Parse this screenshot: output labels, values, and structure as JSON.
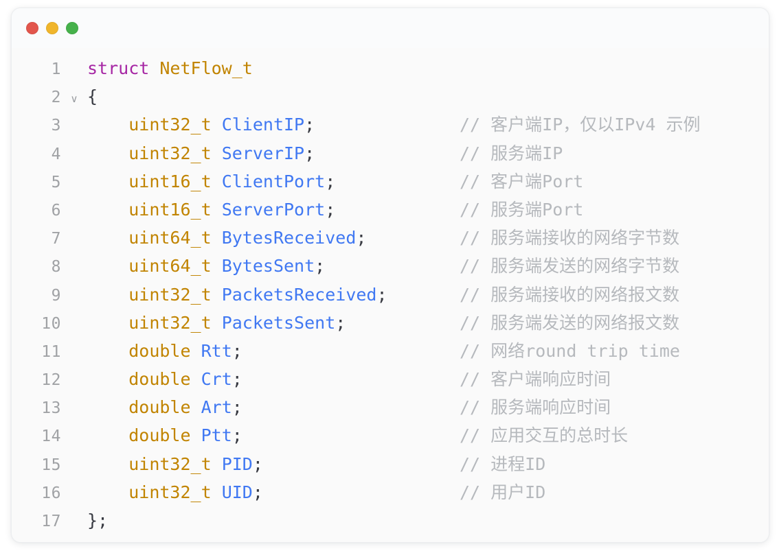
{
  "window": {
    "traffic_lights": [
      {
        "name": "close",
        "color": "#e2564c"
      },
      {
        "name": "minimize",
        "color": "#f0b52b"
      },
      {
        "name": "maximize",
        "color": "#46b14b"
      }
    ],
    "fold_marker": "∨"
  },
  "editor": {
    "language": "cpp",
    "lines": [
      {
        "number": "1",
        "fold": "",
        "indent": "",
        "tokens": [
          {
            "t": "kw",
            "v": "struct"
          },
          {
            "t": "plain",
            "v": " "
          },
          {
            "t": "type",
            "v": "NetFlow_t"
          }
        ],
        "comment": ""
      },
      {
        "number": "2",
        "fold": "∨",
        "indent": "",
        "tokens": [
          {
            "t": "punc",
            "v": "{"
          }
        ],
        "comment": ""
      },
      {
        "number": "3",
        "fold": "",
        "indent": "    ",
        "tokens": [
          {
            "t": "type",
            "v": "uint32_t"
          },
          {
            "t": "plain",
            "v": " "
          },
          {
            "t": "ident",
            "v": "ClientIP"
          },
          {
            "t": "punc",
            "v": ";"
          }
        ],
        "comment": "// 客户端IP，仅以IPv4 示例"
      },
      {
        "number": "4",
        "fold": "",
        "indent": "    ",
        "tokens": [
          {
            "t": "type",
            "v": "uint32_t"
          },
          {
            "t": "plain",
            "v": " "
          },
          {
            "t": "ident",
            "v": "ServerIP"
          },
          {
            "t": "punc",
            "v": ";"
          }
        ],
        "comment": "// 服务端IP"
      },
      {
        "number": "5",
        "fold": "",
        "indent": "    ",
        "tokens": [
          {
            "t": "type",
            "v": "uint16_t"
          },
          {
            "t": "plain",
            "v": " "
          },
          {
            "t": "ident",
            "v": "ClientPort"
          },
          {
            "t": "punc",
            "v": ";"
          }
        ],
        "comment": "// 客户端Port"
      },
      {
        "number": "6",
        "fold": "",
        "indent": "    ",
        "tokens": [
          {
            "t": "type",
            "v": "uint16_t"
          },
          {
            "t": "plain",
            "v": " "
          },
          {
            "t": "ident",
            "v": "ServerPort"
          },
          {
            "t": "punc",
            "v": ";"
          }
        ],
        "comment": "// 服务端Port"
      },
      {
        "number": "7",
        "fold": "",
        "indent": "    ",
        "tokens": [
          {
            "t": "type",
            "v": "uint64_t"
          },
          {
            "t": "plain",
            "v": " "
          },
          {
            "t": "ident",
            "v": "BytesReceived"
          },
          {
            "t": "punc",
            "v": ";"
          }
        ],
        "comment": "// 服务端接收的网络字节数"
      },
      {
        "number": "8",
        "fold": "",
        "indent": "    ",
        "tokens": [
          {
            "t": "type",
            "v": "uint64_t"
          },
          {
            "t": "plain",
            "v": " "
          },
          {
            "t": "ident",
            "v": "BytesSent"
          },
          {
            "t": "punc",
            "v": ";"
          }
        ],
        "comment": "// 服务端发送的网络字节数"
      },
      {
        "number": "9",
        "fold": "",
        "indent": "    ",
        "tokens": [
          {
            "t": "type",
            "v": "uint32_t"
          },
          {
            "t": "plain",
            "v": " "
          },
          {
            "t": "ident",
            "v": "PacketsReceived"
          },
          {
            "t": "punc",
            "v": ";"
          }
        ],
        "comment": "// 服务端接收的网络报文数"
      },
      {
        "number": "10",
        "fold": "",
        "indent": "    ",
        "tokens": [
          {
            "t": "type",
            "v": "uint32_t"
          },
          {
            "t": "plain",
            "v": " "
          },
          {
            "t": "ident",
            "v": "PacketsSent"
          },
          {
            "t": "punc",
            "v": ";"
          }
        ],
        "comment": "// 服务端发送的网络报文数"
      },
      {
        "number": "11",
        "fold": "",
        "indent": "    ",
        "tokens": [
          {
            "t": "type",
            "v": "double"
          },
          {
            "t": "plain",
            "v": " "
          },
          {
            "t": "ident",
            "v": "Rtt"
          },
          {
            "t": "punc",
            "v": ";"
          }
        ],
        "comment": "// 网络round trip time"
      },
      {
        "number": "12",
        "fold": "",
        "indent": "    ",
        "tokens": [
          {
            "t": "type",
            "v": "double"
          },
          {
            "t": "plain",
            "v": " "
          },
          {
            "t": "ident",
            "v": "Crt"
          },
          {
            "t": "punc",
            "v": ";"
          }
        ],
        "comment": "// 客户端响应时间"
      },
      {
        "number": "13",
        "fold": "",
        "indent": "    ",
        "tokens": [
          {
            "t": "type",
            "v": "double"
          },
          {
            "t": "plain",
            "v": " "
          },
          {
            "t": "ident",
            "v": "Art"
          },
          {
            "t": "punc",
            "v": ";"
          }
        ],
        "comment": "// 服务端响应时间"
      },
      {
        "number": "14",
        "fold": "",
        "indent": "    ",
        "tokens": [
          {
            "t": "type",
            "v": "double"
          },
          {
            "t": "plain",
            "v": " "
          },
          {
            "t": "ident",
            "v": "Ptt"
          },
          {
            "t": "punc",
            "v": ";"
          }
        ],
        "comment": "// 应用交互的总时长"
      },
      {
        "number": "15",
        "fold": "",
        "indent": "    ",
        "tokens": [
          {
            "t": "type",
            "v": "uint32_t"
          },
          {
            "t": "plain",
            "v": " "
          },
          {
            "t": "ident",
            "v": "PID"
          },
          {
            "t": "punc",
            "v": ";"
          }
        ],
        "comment": "// 进程ID"
      },
      {
        "number": "16",
        "fold": "",
        "indent": "    ",
        "tokens": [
          {
            "t": "type",
            "v": "uint32_t"
          },
          {
            "t": "plain",
            "v": " "
          },
          {
            "t": "ident",
            "v": "UID"
          },
          {
            "t": "punc",
            "v": ";"
          }
        ],
        "comment": "// 用户ID"
      },
      {
        "number": "17",
        "fold": "",
        "indent": "",
        "tokens": [
          {
            "t": "punc",
            "v": "};"
          }
        ],
        "comment": ""
      }
    ]
  },
  "theme": {
    "background": "#fafafa",
    "keyword": "#a626a4",
    "type": "#c18401",
    "identifier": "#4078f2",
    "punctuation": "#383a42",
    "comment": "#b6b9bd",
    "lineno": "#a0a2a5"
  }
}
